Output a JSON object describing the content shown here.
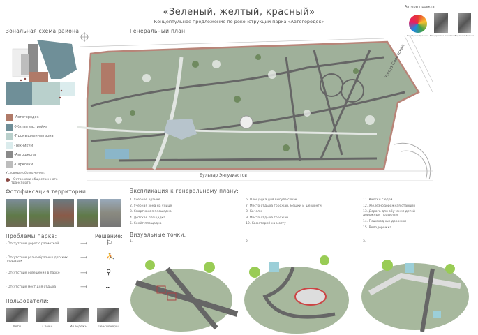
{
  "header": {
    "title": "«Зеленый, желтый, красный»",
    "subtitle": "Концептульное предложение по реконструкции парка «Автогородок»"
  },
  "authors": {
    "label": "Авторы проекта:",
    "logo_text": "Городские проекты",
    "names": [
      "Мещерякова Анастасия",
      "Терехова Ксения"
    ]
  },
  "zoning": {
    "title": "Зональная схема района",
    "legend": [
      {
        "label": "-Автогородок",
        "color": "#b07a68"
      },
      {
        "label": "-Жилая застройка",
        "color": "#6f8f98"
      },
      {
        "label": "-Промышленная зона",
        "color": "#b9d0cc"
      },
      {
        "label": "-Техникум",
        "color": "#dbeced"
      },
      {
        "label": "-Автошкола",
        "color": "#8a8a8a"
      },
      {
        "label": "-Парковки",
        "color": "#bdbdbd"
      }
    ],
    "symbols_title": "Условные обозначения:",
    "transport_stop": "- Остановки общественного транспорта",
    "transport_color": "#8a4a45"
  },
  "plan": {
    "title": "Генеральный план",
    "street_right": "Улица Советская",
    "street_bottom": "Бульвар Энтузиастов",
    "colors": {
      "park": "#9fb09a",
      "border": "#b88478",
      "road": "#666",
      "path": "#e2e6e2"
    }
  },
  "photos": {
    "title": "Фотофиксация территории:"
  },
  "problems": {
    "title": "Проблемы парка:",
    "solution_title": "Решение:",
    "items": [
      {
        "text": "- Отстутсвие дорог с разметкой",
        "icon": "road-marking-icon"
      },
      {
        "text": "- Отсутствие разнообразных детских площадок",
        "icon": "playground-icon"
      },
      {
        "text": "- Отсутствие освещения в парке",
        "icon": "street-lamp-icon"
      },
      {
        "text": "- Отсутствие мест для отдыха",
        "icon": "bench-icon"
      }
    ]
  },
  "users": {
    "title": "Пользователи:",
    "items": [
      "Дети",
      "Семьи",
      "Молодежь",
      "Пенсионеры"
    ]
  },
  "explication": {
    "title": "Экспликация к генеральному плану:",
    "columns": [
      [
        "1. Учебное здание",
        "2. Учебная зона на улице",
        "3. Спортивная площадка",
        "4. Детская площадка",
        "5. Скейт площадка"
      ],
      [
        "6. Площадка для выгула собак",
        "7. Место отдыха горожан, мешки и шезлонги",
        "8. Качели",
        "9. Место отдыха горожан",
        "10. Кафетерий на мосту"
      ],
      [
        "11. Киоски с едой",
        "12. Железнодорожная станция",
        "13. Дорога для обучения детей дорожным правилам",
        "14. Пешеходные дорожки",
        "15. Велодорожка"
      ]
    ]
  },
  "visual_points": {
    "title": "Визуальные точки:",
    "labels": [
      "1.",
      "2.",
      "3."
    ]
  }
}
